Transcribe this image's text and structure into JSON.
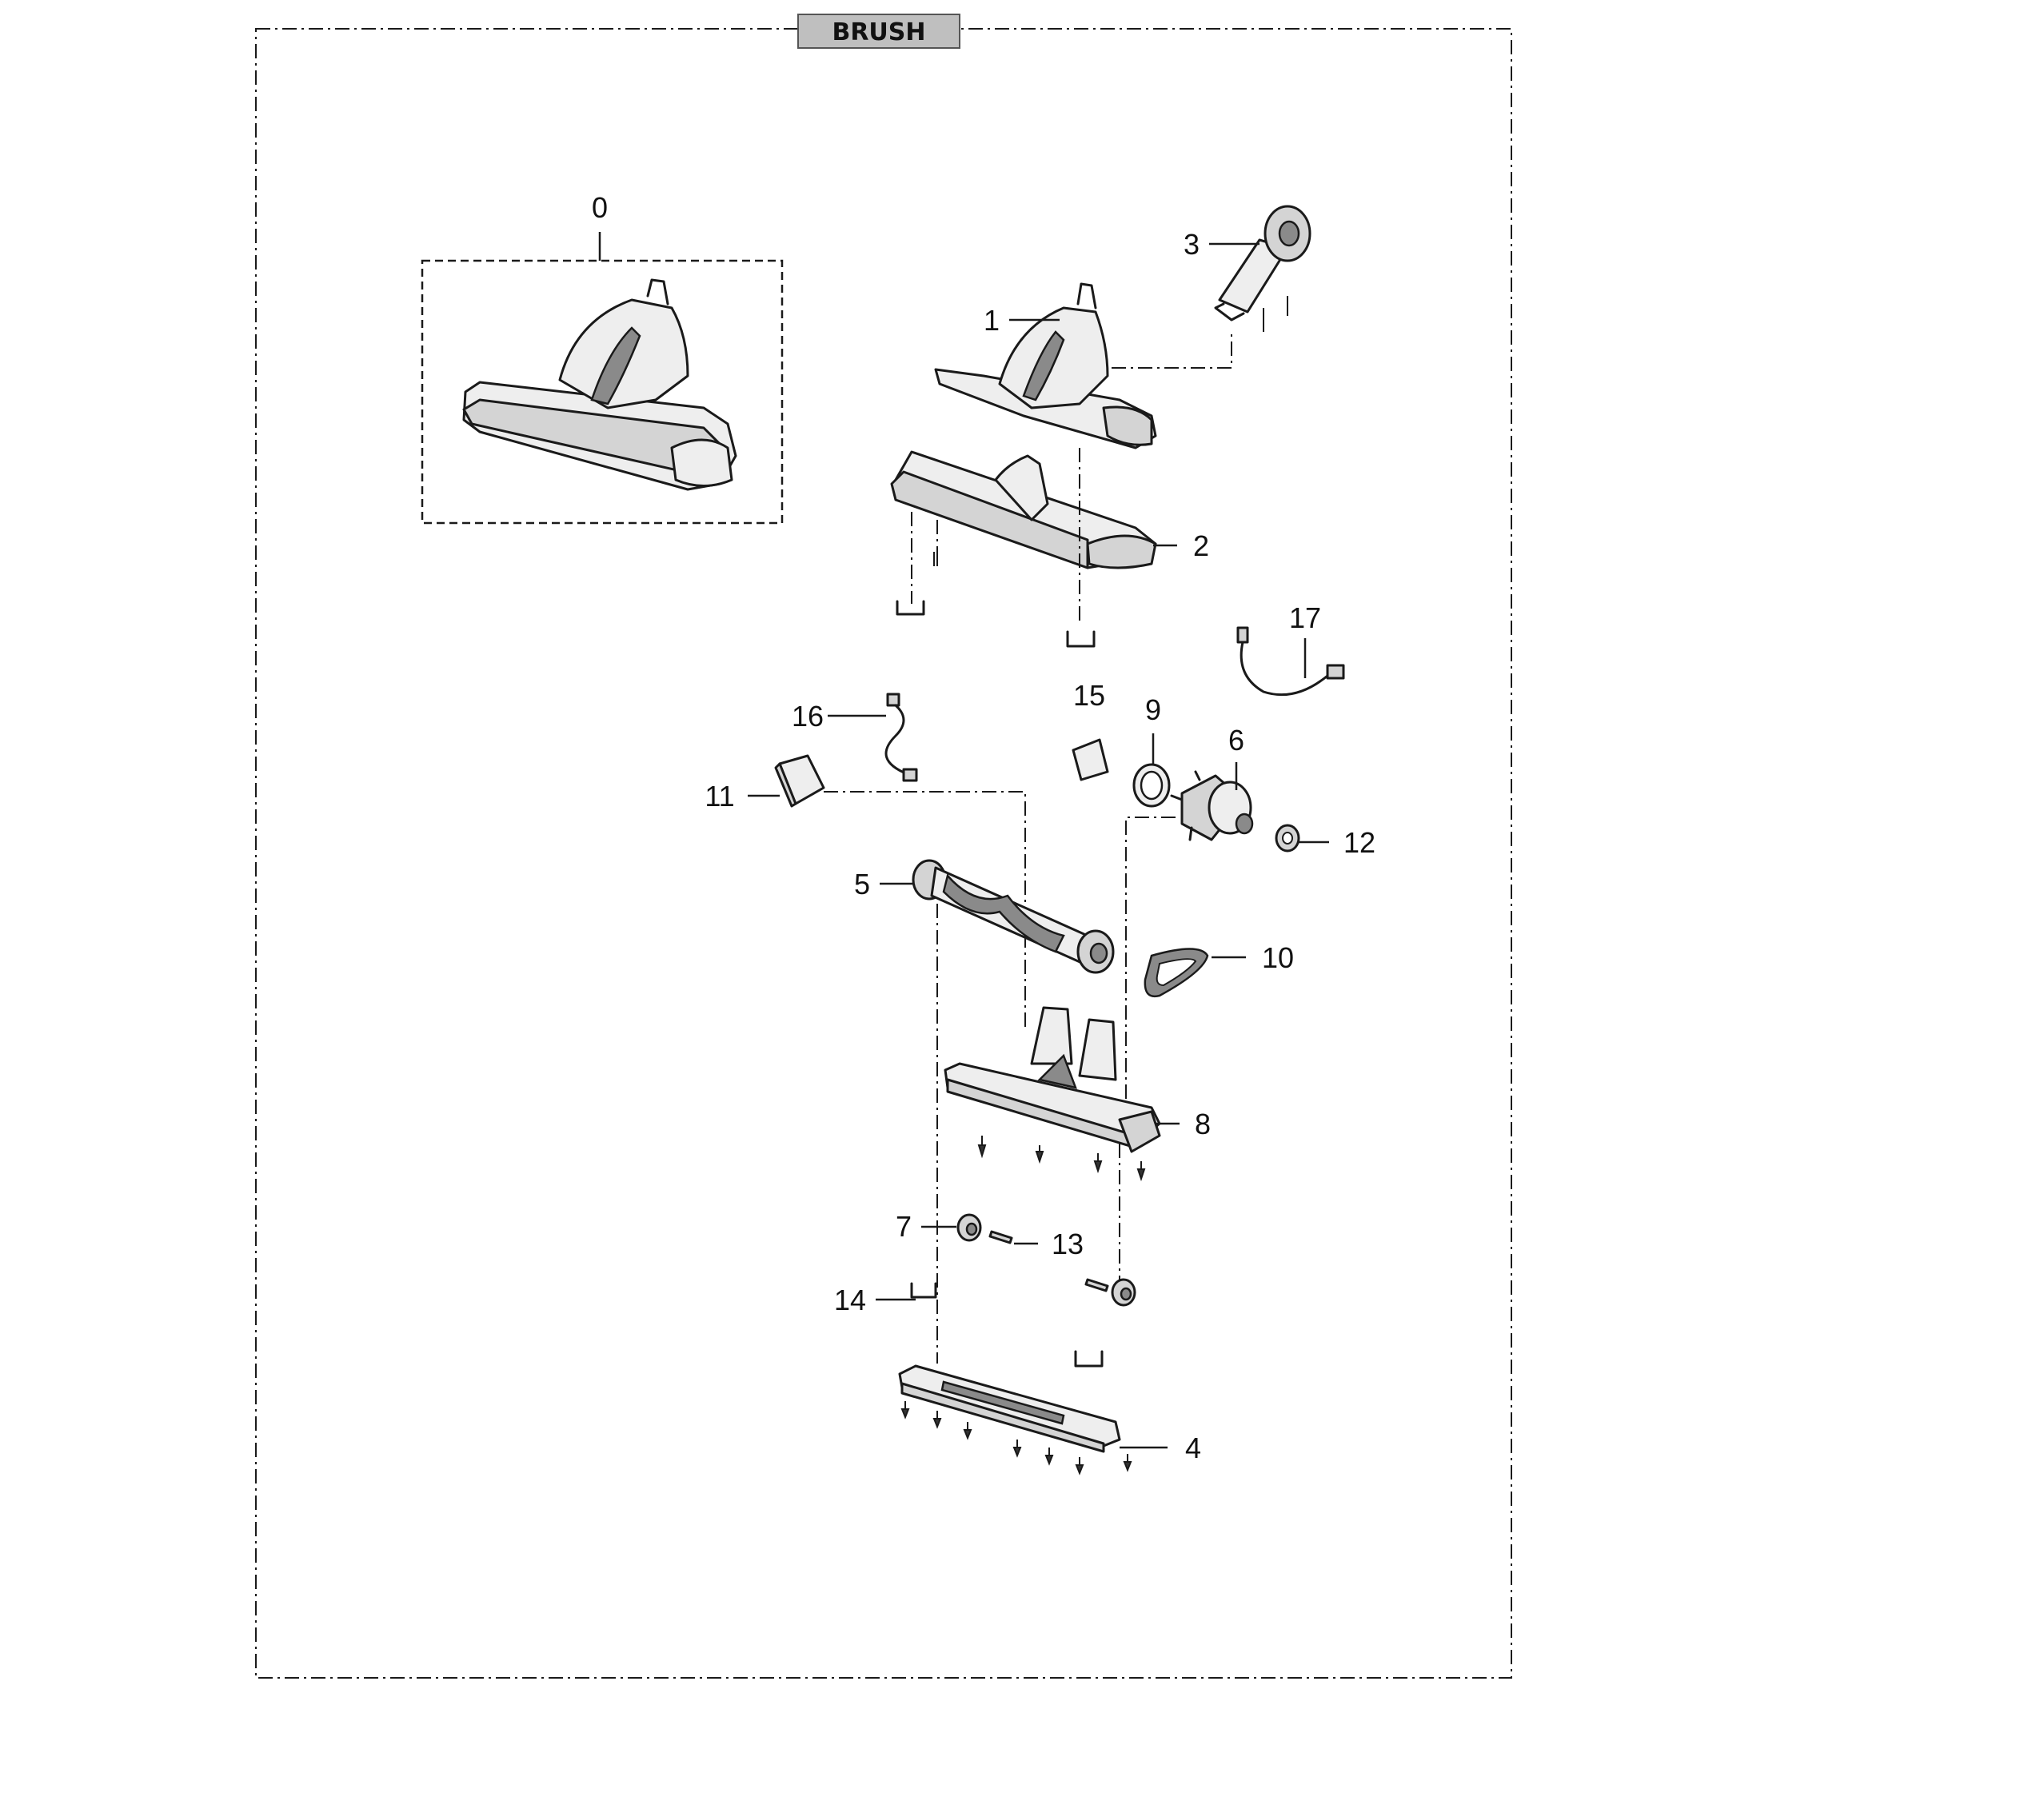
{
  "diagram": {
    "title": "BRUSH",
    "parts": [
      {
        "id": "0",
        "label": "0"
      },
      {
        "id": "1",
        "label": "1"
      },
      {
        "id": "2",
        "label": "2"
      },
      {
        "id": "3",
        "label": "3"
      },
      {
        "id": "4",
        "label": "4"
      },
      {
        "id": "5",
        "label": "5"
      },
      {
        "id": "6",
        "label": "6"
      },
      {
        "id": "7",
        "label": "7"
      },
      {
        "id": "8",
        "label": "8"
      },
      {
        "id": "9",
        "label": "9"
      },
      {
        "id": "10",
        "label": "10"
      },
      {
        "id": "11",
        "label": "11"
      },
      {
        "id": "12",
        "label": "12"
      },
      {
        "id": "13",
        "label": "13"
      },
      {
        "id": "14",
        "label": "14"
      },
      {
        "id": "15",
        "label": "15"
      },
      {
        "id": "16",
        "label": "16"
      },
      {
        "id": "17",
        "label": "17"
      }
    ]
  }
}
